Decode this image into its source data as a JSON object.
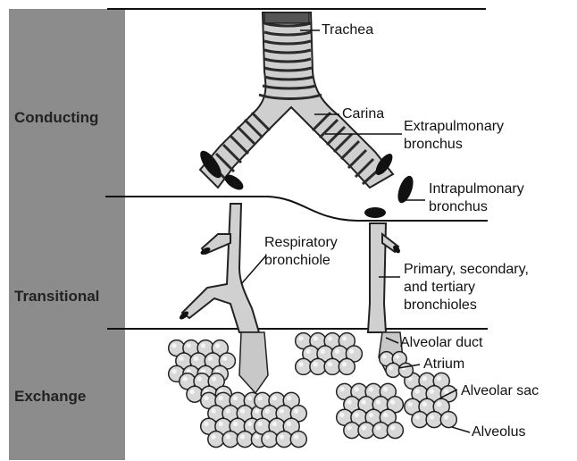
{
  "zones": {
    "conducting": "Conducting",
    "transitional": "Transitional",
    "exchange": "Exchange"
  },
  "labels": {
    "trachea": "Trachea",
    "carina": "Carina",
    "extrapulmonary_bronchus": [
      "Extrapulmonary",
      "bronchus"
    ],
    "intrapulmonary_bronchus": [
      "Intrapulmonary",
      "bronchus"
    ],
    "respiratory_bronchiole": [
      "Respiratory",
      "bronchiole"
    ],
    "bronchioles": [
      "Primary, secondary,",
      "and tertiary",
      "bronchioles"
    ],
    "alveolar_duct": "Alveolar duct",
    "atrium": "Atrium",
    "alveolar_sac": "Alveolar sac",
    "alveolus": "Alveolus"
  },
  "colors": {
    "zone_bar": "#8c8c8c",
    "airway_fill": "#d9d9d9",
    "airway_stroke": "#222222",
    "ring_dark": "#3a3a3a"
  }
}
